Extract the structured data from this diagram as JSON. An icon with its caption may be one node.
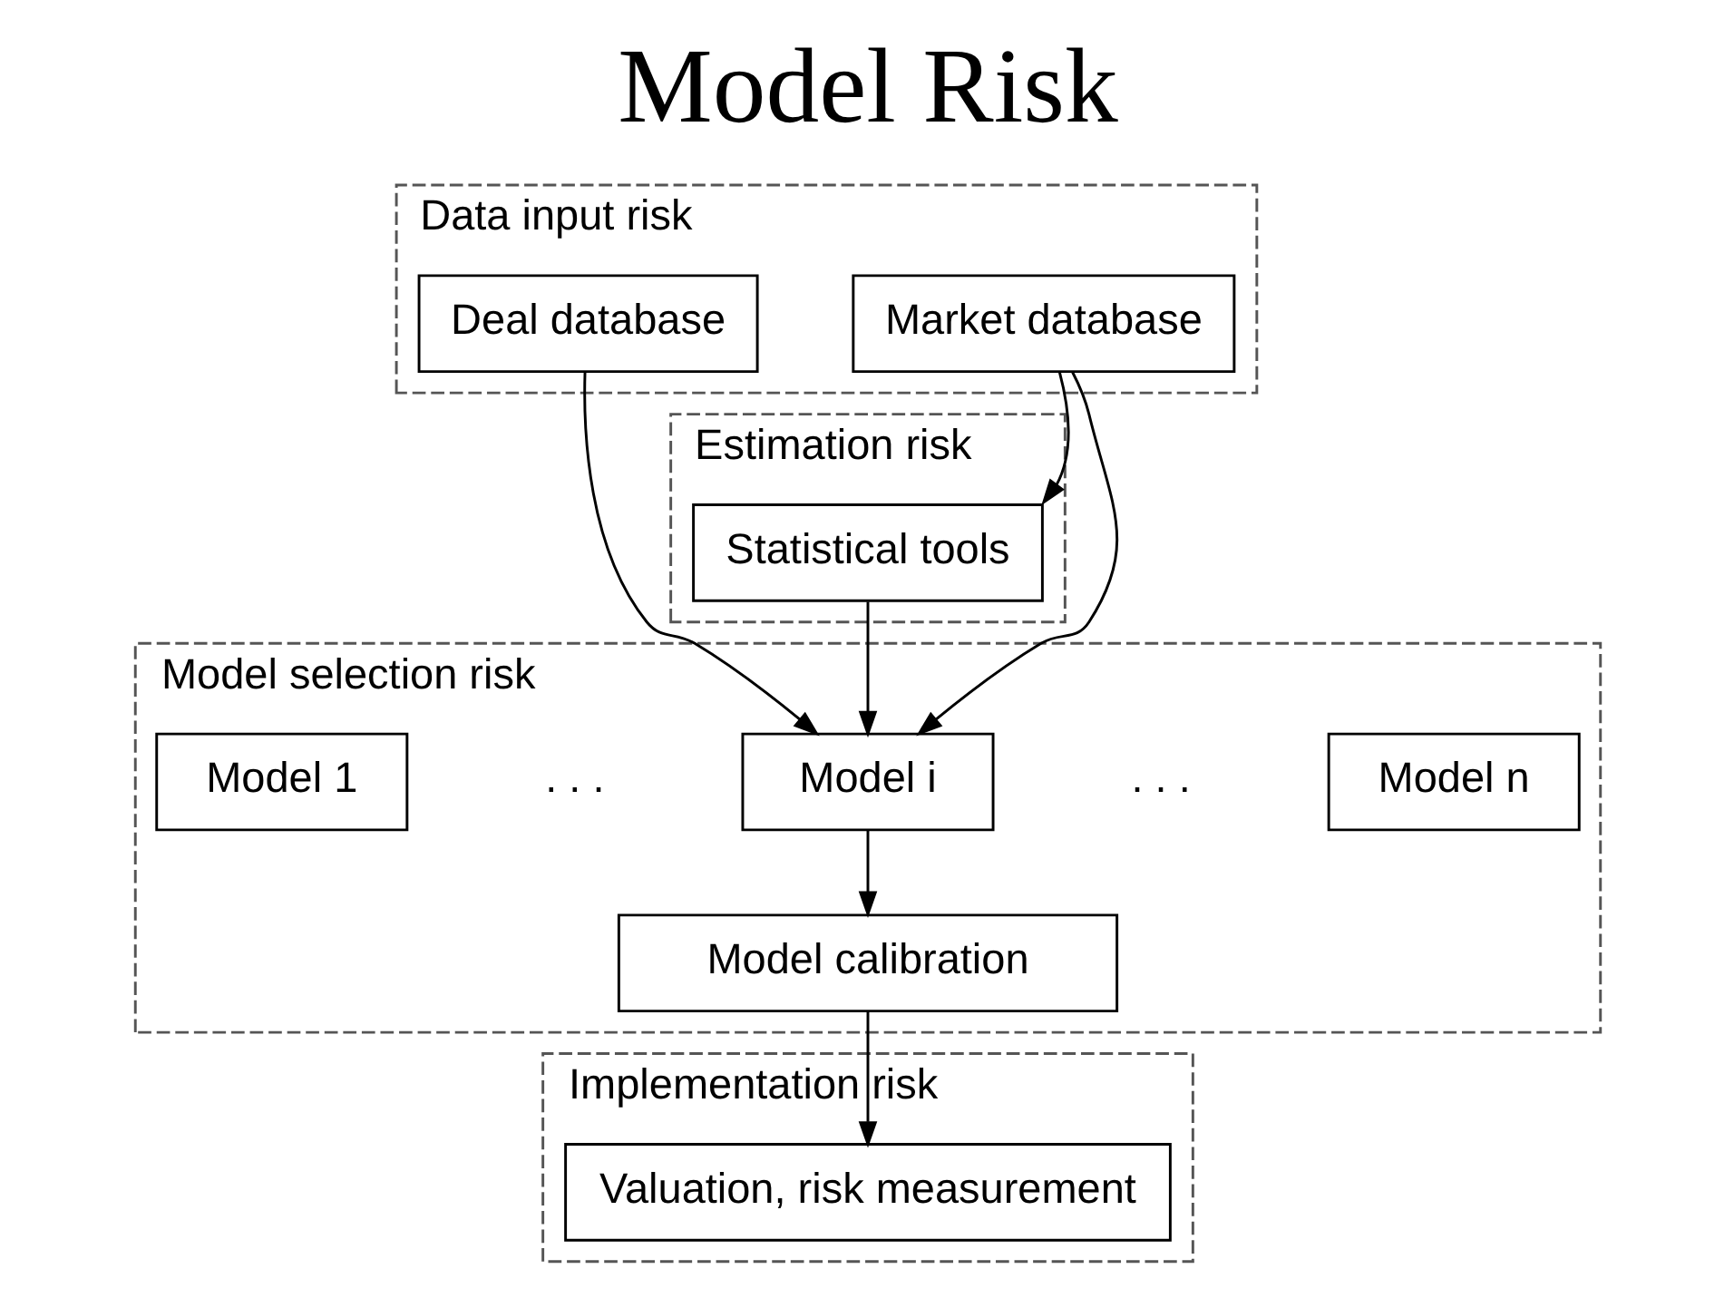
{
  "diagram": {
    "title": "Model Risk",
    "nodes": [
      {
        "text": [
          "Data input risk"
        ]
      },
      {
        "text": [
          "Deal database"
        ],
        "in": 0
      },
      {
        "text": [
          "Market database"
        ],
        "in": 0
      },
      {
        "text": [
          "Estimation risk"
        ]
      },
      {
        "text": [
          "Statistical tools"
        ],
        "in": 3
      },
      {
        "text": [
          "Model selection risk"
        ]
      },
      {
        "text": [
          "Model 1"
        ],
        "in": 5
      },
      {
        "text": [
          "Model i"
        ],
        "in": 5
      },
      {
        "text": [
          "Model n"
        ],
        "in": 5
      },
      {
        "text": [
          "Model calibration"
        ],
        "in": 5
      },
      {
        "text": [
          "Implementation risk"
        ]
      },
      {
        "text": [
          "Valuation, risk measurement"
        ],
        "in": 10
      }
    ],
    "edges": [
      {
        "from": 2,
        "to": 4,
        "arrow": "to"
      },
      {
        "from": 1,
        "to": 7,
        "arrow": "to"
      },
      {
        "from": 4,
        "to": 7,
        "arrow": "to"
      },
      {
        "from": 2,
        "to": 7,
        "arrow": "to"
      },
      {
        "from": 7,
        "to": 9,
        "arrow": "to"
      },
      {
        "from": 9,
        "to": 11,
        "arrow": "to"
      }
    ],
    "labels": [
      ". . .",
      ". . ."
    ]
  }
}
